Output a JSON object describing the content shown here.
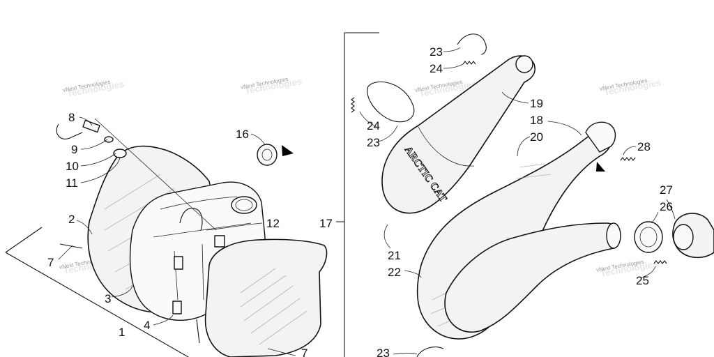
{
  "diagram": {
    "callouts": [
      {
        "id": "c8",
        "text": "8"
      },
      {
        "id": "c9",
        "text": "9"
      },
      {
        "id": "c10",
        "text": "10"
      },
      {
        "id": "c11",
        "text": "11"
      },
      {
        "id": "c2",
        "text": "2"
      },
      {
        "id": "c7a",
        "text": "7"
      },
      {
        "id": "c3",
        "text": "3"
      },
      {
        "id": "c1",
        "text": "1"
      },
      {
        "id": "c4",
        "text": "4"
      },
      {
        "id": "c16",
        "text": "16"
      },
      {
        "id": "c12",
        "text": "12"
      },
      {
        "id": "c7b",
        "text": "7"
      },
      {
        "id": "c17",
        "text": "17"
      },
      {
        "id": "c23a",
        "text": "23"
      },
      {
        "id": "c24a",
        "text": "24"
      },
      {
        "id": "c24b",
        "text": "24"
      },
      {
        "id": "c23b",
        "text": "23"
      },
      {
        "id": "c19",
        "text": "19"
      },
      {
        "id": "c18",
        "text": "18"
      },
      {
        "id": "c20",
        "text": "20"
      },
      {
        "id": "c28",
        "text": "28"
      },
      {
        "id": "c27",
        "text": "27"
      },
      {
        "id": "c26",
        "text": "26"
      },
      {
        "id": "c21",
        "text": "21"
      },
      {
        "id": "c22",
        "text": "22"
      },
      {
        "id": "c25",
        "text": "25"
      },
      {
        "id": "c23c",
        "text": "23"
      }
    ],
    "brand_mark": "ARCTIC CAT",
    "watermark_text": "vNext Technologies",
    "watermark_shadow": "Technologies"
  }
}
